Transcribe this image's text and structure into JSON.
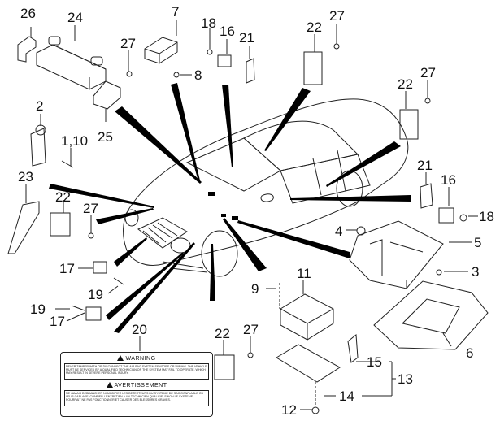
{
  "diagram": {
    "title": "Airbag system components exploded view",
    "callouts": [
      {
        "id": "c26",
        "text": "26"
      },
      {
        "id": "c24",
        "text": "24"
      },
      {
        "id": "c7",
        "text": "7"
      },
      {
        "id": "c18a",
        "text": "18"
      },
      {
        "id": "c16a",
        "text": "16"
      },
      {
        "id": "c21a",
        "text": "21"
      },
      {
        "id": "c22a",
        "text": "22"
      },
      {
        "id": "c27a",
        "text": "27"
      },
      {
        "id": "c27b",
        "text": "27"
      },
      {
        "id": "c8",
        "text": "8"
      },
      {
        "id": "c22b",
        "text": "22"
      },
      {
        "id": "c27c",
        "text": "27"
      },
      {
        "id": "c2",
        "text": "2"
      },
      {
        "id": "c25",
        "text": "25"
      },
      {
        "id": "c1_10",
        "text": "1,10"
      },
      {
        "id": "c21b",
        "text": "21"
      },
      {
        "id": "c16b",
        "text": "16"
      },
      {
        "id": "c18b",
        "text": "18"
      },
      {
        "id": "c23",
        "text": "23"
      },
      {
        "id": "c22c",
        "text": "22"
      },
      {
        "id": "c27d",
        "text": "27"
      },
      {
        "id": "c4",
        "text": "4"
      },
      {
        "id": "c5",
        "text": "5"
      },
      {
        "id": "c3",
        "text": "3"
      },
      {
        "id": "c17a",
        "text": "17"
      },
      {
        "id": "c19a",
        "text": "19"
      },
      {
        "id": "c11",
        "text": "11"
      },
      {
        "id": "c9",
        "text": "9"
      },
      {
        "id": "c19b",
        "text": "19"
      },
      {
        "id": "c17b",
        "text": "17"
      },
      {
        "id": "c6",
        "text": "6"
      },
      {
        "id": "c20",
        "text": "20"
      },
      {
        "id": "c22d",
        "text": "22"
      },
      {
        "id": "c27e",
        "text": "27"
      },
      {
        "id": "c15",
        "text": "15"
      },
      {
        "id": "c13",
        "text": "13"
      },
      {
        "id": "c14",
        "text": "14"
      },
      {
        "id": "c12",
        "text": "12"
      }
    ],
    "warning_label": {
      "heading_en": "WARNING",
      "body_en": "NEVER TAMPER WITH OR DISCONNECT THE AIR BAG SYSTEM SENSORS OR WIRING. THE VEHICLE MUST BE SERVICED BY A QUALIFIED TECHNICIAN OR THE SYSTEM MAY FAIL TO OPERATE, WHICH MAY RESULT IN SEVERE PERSONAL INJURY.",
      "heading_fr": "AVERTISSEMENT",
      "body_fr": "NE JAMAIS DEBRANCHER NI MODIFIER LES DETECTEURS DU SYSTEME DE SAC GONFLABLE OU LEUR CABLAGE. CONFIER L'ENTRETIEN A UN TECHNICIEN QUALIFIE, SINON LE SYSTEME POURRAIT NE PAS FONCTIONNER ET CAUSER DES BLESSURES GRAVES."
    }
  }
}
